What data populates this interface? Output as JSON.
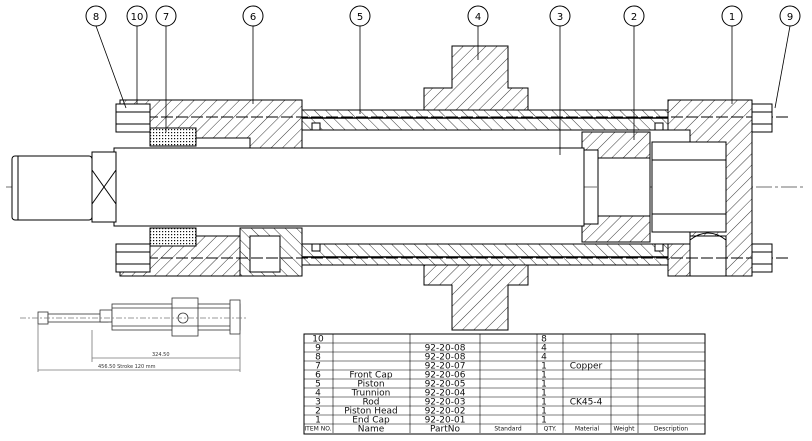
{
  "balloons": [
    "8",
    "10",
    "7",
    "6",
    "5",
    "4",
    "3",
    "2",
    "1",
    "9"
  ],
  "dimensions": {
    "inner": "324.50",
    "overall": "456.50 Stroke 120 mm"
  },
  "bom": {
    "headers": [
      "ITEM NO.",
      "Name",
      "PartNo",
      "Standard",
      "QTY.",
      "Material",
      "Weight",
      "Description"
    ],
    "rows": [
      {
        "item": "10",
        "name": "",
        "part": "",
        "qty": "8",
        "material": ""
      },
      {
        "item": "9",
        "name": "",
        "part": "92-20-08",
        "qty": "4",
        "material": ""
      },
      {
        "item": "8",
        "name": "",
        "part": "92-20-08",
        "qty": "4",
        "material": ""
      },
      {
        "item": "7",
        "name": "",
        "part": "92-20-07",
        "qty": "1",
        "material": "Copper"
      },
      {
        "item": "6",
        "name": "Front Cap",
        "part": "92-20-06",
        "qty": "1",
        "material": ""
      },
      {
        "item": "5",
        "name": "Piston",
        "part": "92-20-05",
        "qty": "1",
        "material": ""
      },
      {
        "item": "4",
        "name": "Trunnion",
        "part": "92-20-04",
        "qty": "1",
        "material": ""
      },
      {
        "item": "3",
        "name": "Rod",
        "part": "92-20-03",
        "qty": "1",
        "material": "CK45-4"
      },
      {
        "item": "2",
        "name": "Piston Head",
        "part": "92-20-02",
        "qty": "1",
        "material": ""
      },
      {
        "item": "1",
        "name": "End Cap",
        "part": "92-20-01",
        "qty": "1",
        "material": ""
      }
    ]
  }
}
